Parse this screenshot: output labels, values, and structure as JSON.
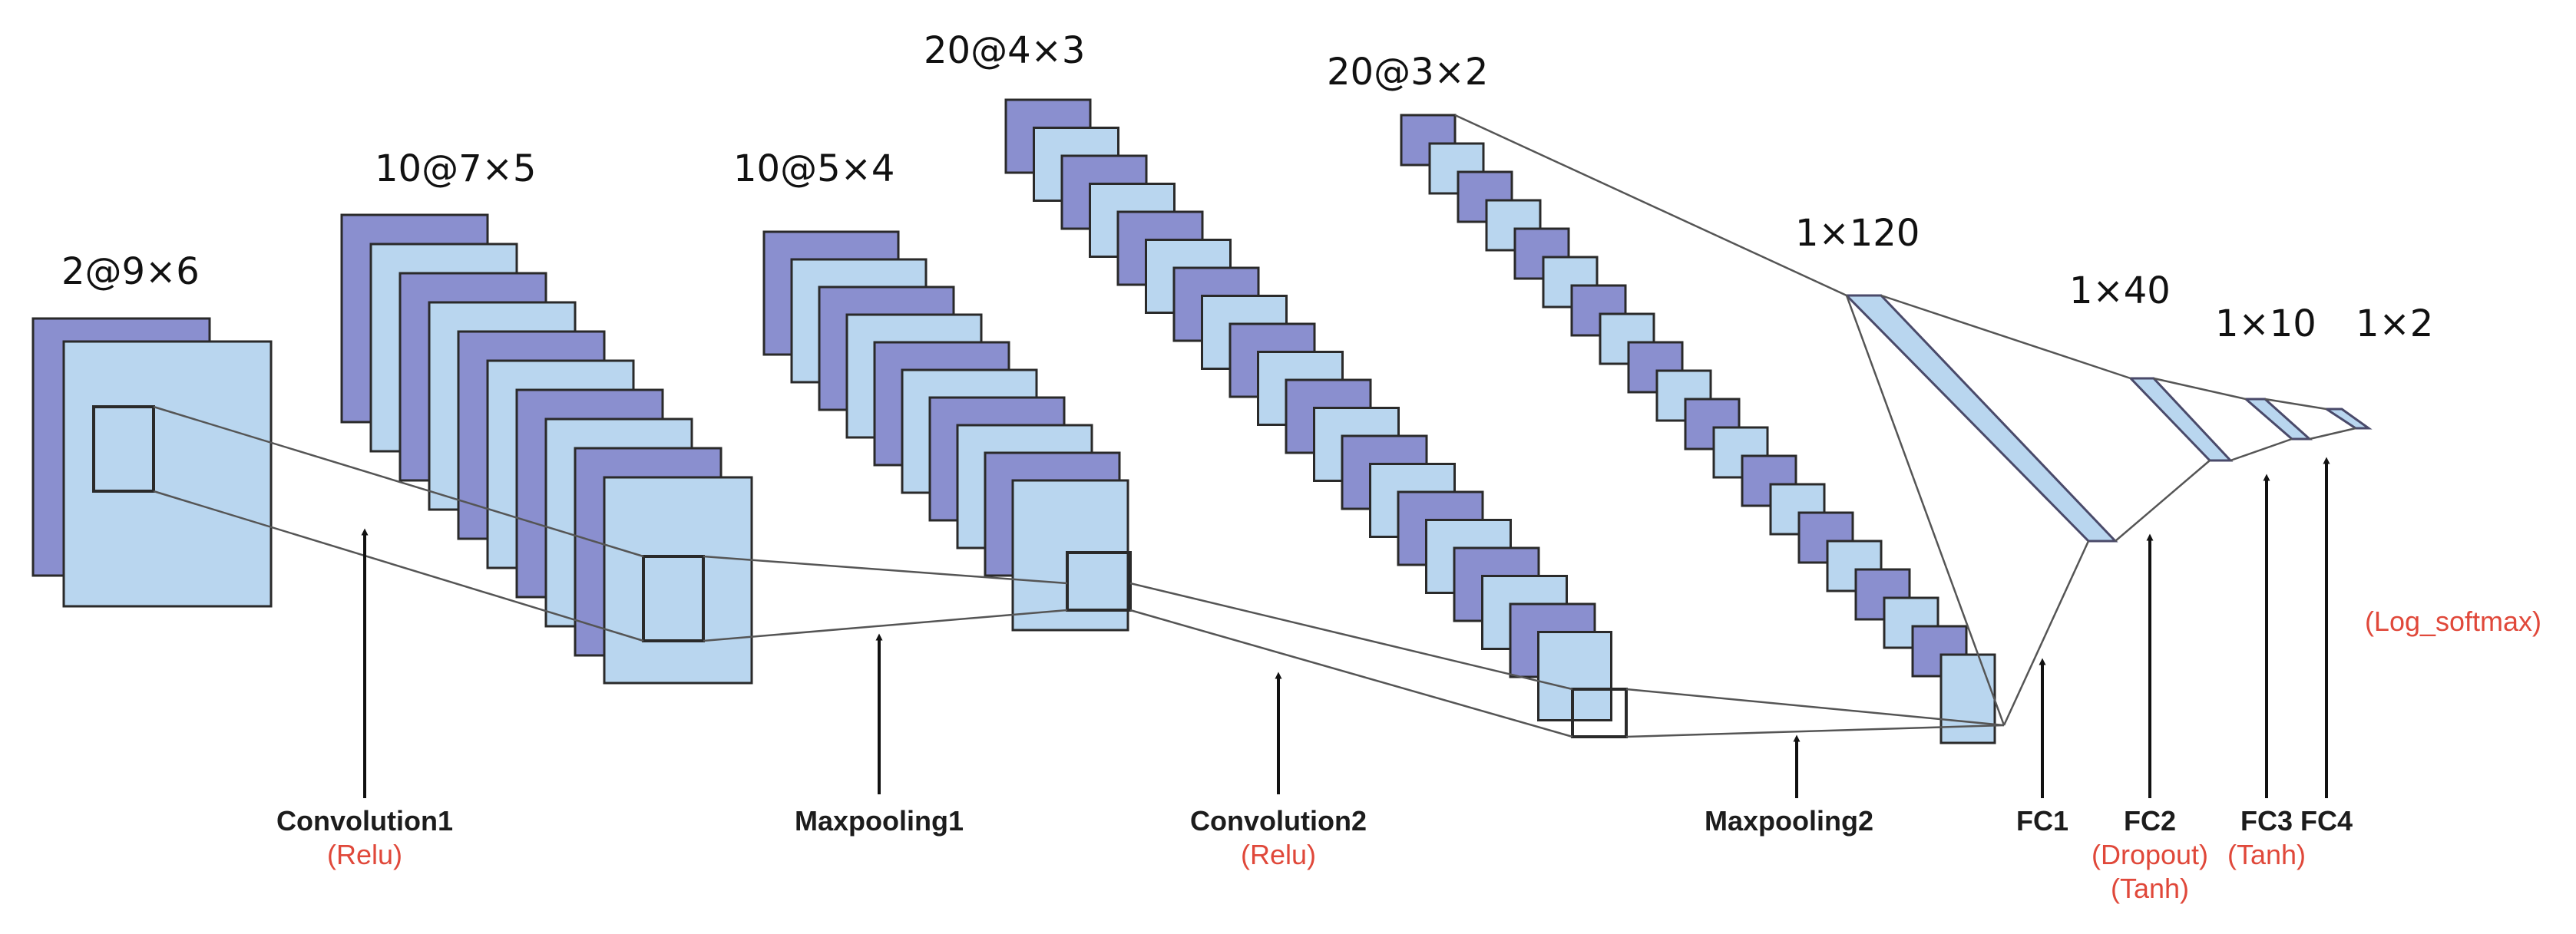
{
  "diagram": {
    "colors": {
      "dark": "#8a8fcf",
      "light": "#b9d6ef",
      "stroke": "#2a2a2a",
      "line": "#555555",
      "text": "#111111",
      "activation": "#e0483a"
    },
    "layers": [
      {
        "id": "input",
        "label": "2@9×6",
        "count": 2
      },
      {
        "id": "conv1",
        "label": "10@7×5",
        "count": 10
      },
      {
        "id": "pool1",
        "label": "10@5×4",
        "count": 10
      },
      {
        "id": "conv2",
        "label": "20@4×3",
        "count": 20
      },
      {
        "id": "pool2",
        "label": "20@3×2",
        "count": 20
      },
      {
        "id": "fc1",
        "label": "1×120"
      },
      {
        "id": "fc2",
        "label": "1×40"
      },
      {
        "id": "fc3",
        "label": "1×10"
      },
      {
        "id": "fc4",
        "label": "1×2"
      }
    ],
    "operations": [
      {
        "id": "convolution1",
        "name": "Convolution1",
        "activation": "(Relu)"
      },
      {
        "id": "maxpooling1",
        "name": "Maxpooling1",
        "activation": ""
      },
      {
        "id": "convolution2",
        "name": "Convolution2",
        "activation": "(Relu)"
      },
      {
        "id": "maxpooling2",
        "name": "Maxpooling2",
        "activation": ""
      },
      {
        "id": "fc1",
        "name": "FC1",
        "activation": ""
      },
      {
        "id": "fc2",
        "name": "FC2",
        "activation": "(Dropout)",
        "activation2": "(Tanh)"
      },
      {
        "id": "fc3",
        "name": "FC3",
        "activation": "(Tanh)"
      },
      {
        "id": "fc4",
        "name": "FC4",
        "activation": "(Log_softmax)"
      }
    ]
  }
}
